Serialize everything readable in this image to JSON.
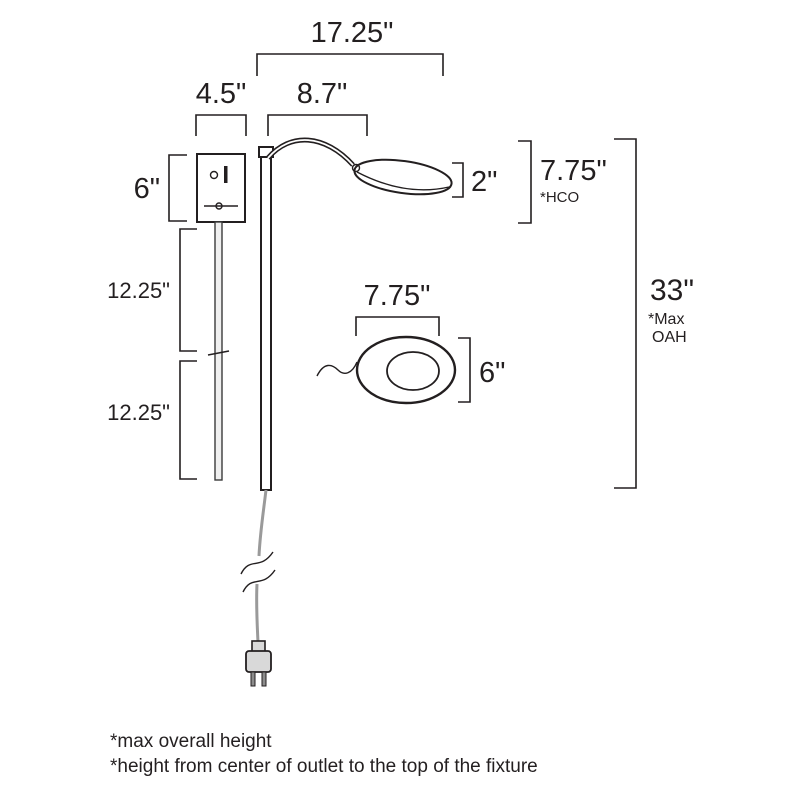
{
  "title": "wall-lamp-dimension-diagram",
  "colors": {
    "ink": "#231f20",
    "cord": "#9a9a9a",
    "plug_fill": "#d9d9d9"
  },
  "diagram": {
    "dims": {
      "overall_width": "17.25\"",
      "backplate_width": "4.5\"",
      "arm_length": "8.7\"",
      "backplate_height": "6\"",
      "rod_upper": "12.25\"",
      "rod_lower": "12.25\"",
      "head_thickness": "2\"",
      "hco": "7.75\"",
      "hco_note": "*HCO",
      "max_height": "33\"",
      "max_note_line1": "*Max",
      "max_note_line2": "OAH",
      "head_width": "7.75\"",
      "head_depth": "6\""
    },
    "footnotes": [
      "*max overall height",
      "*height from center of outlet to the top of the fixture"
    ]
  }
}
